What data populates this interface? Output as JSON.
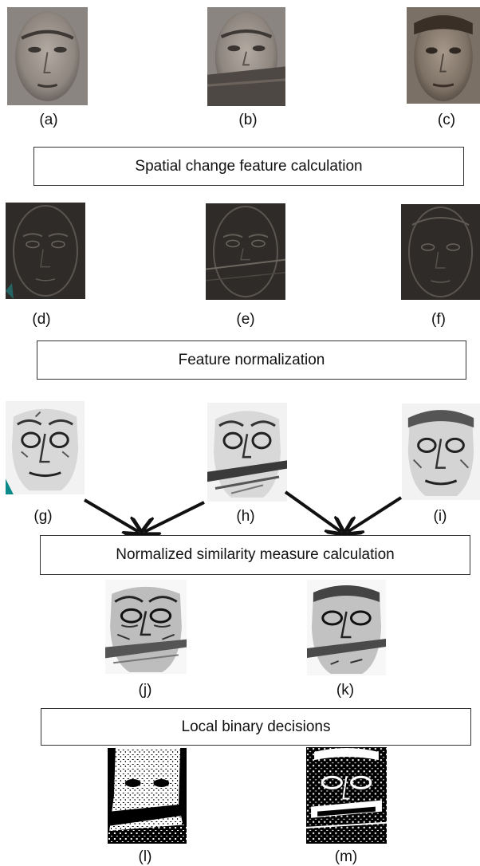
{
  "captions": {
    "a": "(a)",
    "b": "(b)",
    "c": "(c)",
    "d": "(d)",
    "e": "(e)",
    "f": "(f)",
    "g": "(g)",
    "h": "(h)",
    "i": "(i)",
    "j": "(j)",
    "k": "(k)",
    "l": "(l)",
    "m": "(m)"
  },
  "steps": {
    "spatial": "Spatial change feature calculation",
    "normalization": "Feature normalization",
    "similarity": "Normalized similarity measure calculation",
    "binary": "Local binary decisions"
  },
  "colors": {
    "photo_bg": "#8a8580",
    "feature_bg": "#2e2b28",
    "normalized_bg": "#f2f2f2",
    "arrow": "#111111"
  }
}
